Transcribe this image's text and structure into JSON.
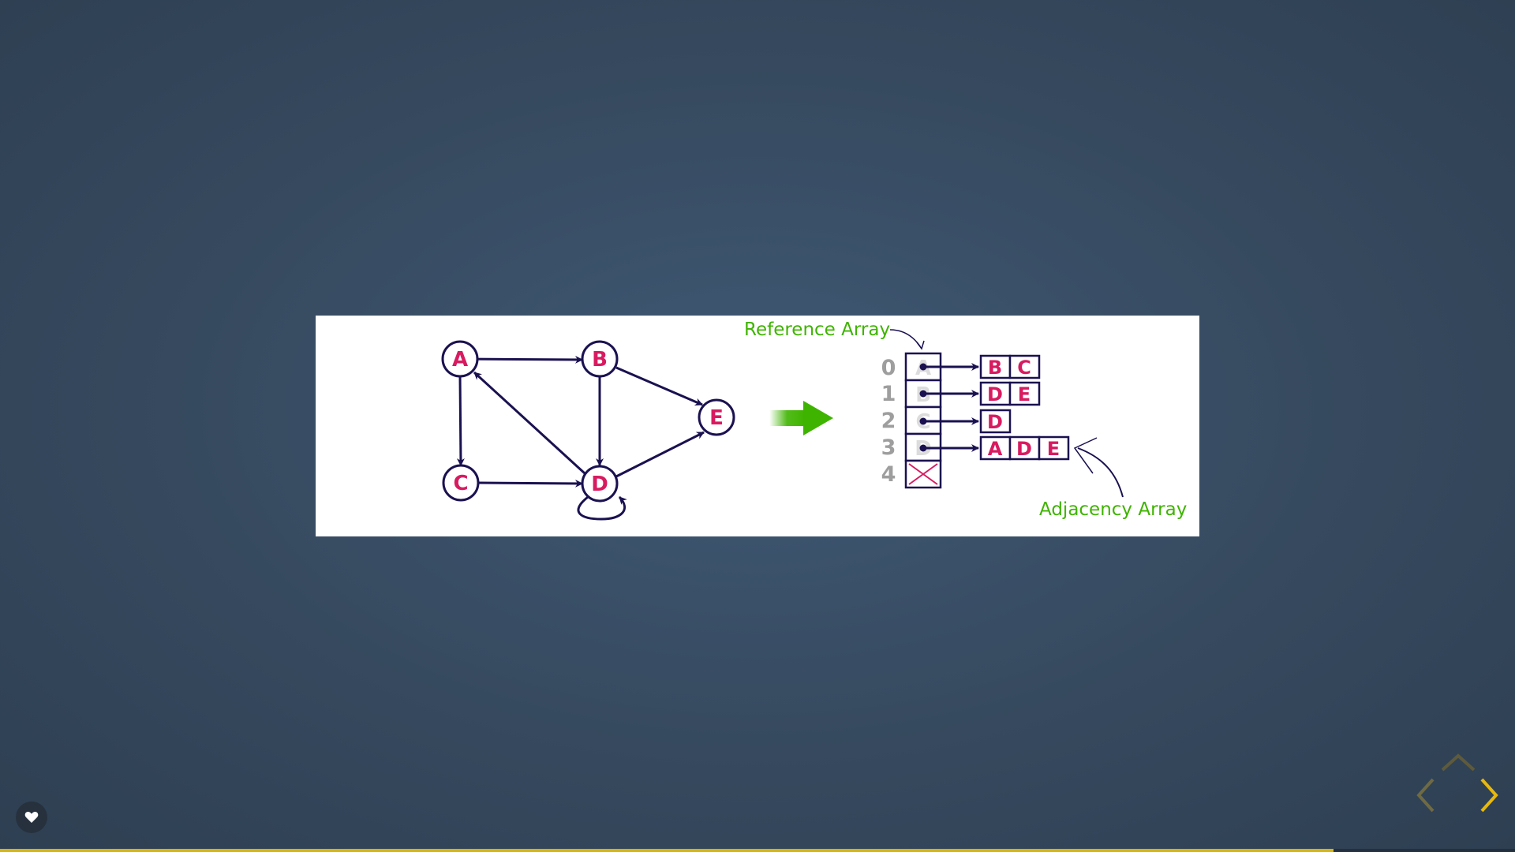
{
  "diagram": {
    "graph": {
      "nodes": [
        "A",
        "B",
        "C",
        "D",
        "E"
      ]
    },
    "reference_array_label": "Reference Array",
    "adjacency_array_label": "Adjacency Array",
    "index_labels": [
      "0",
      "1",
      "2",
      "3",
      "4"
    ],
    "reference_cells": [
      "A",
      "B",
      "C",
      "D"
    ],
    "adjacency_lists": [
      [
        "B",
        "C"
      ],
      [
        "D",
        "E"
      ],
      [
        "D"
      ],
      [
        "A",
        "D",
        "E"
      ]
    ],
    "colors": {
      "node_text": "#d81b60",
      "edge": "#1a1150",
      "label_green": "#3fb400",
      "index_gray": "#9e9e9e",
      "faded_letter": "#dcdcdc"
    }
  },
  "controls": {
    "heart_icon": "heart-icon",
    "nav_up_icon": "chevron-up-icon",
    "nav_left_icon": "chevron-left-icon",
    "nav_right_icon": "chevron-right-icon"
  },
  "progress": {
    "fraction": 0.88,
    "color": "#d8b40e"
  }
}
